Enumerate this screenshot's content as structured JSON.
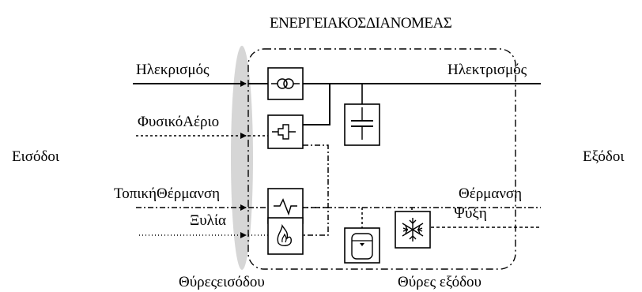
{
  "title": "ΕΝΕΡΓΕΙΑΚΟΣΔΙΑΝΟΜΕΑΣ",
  "side_labels": {
    "inputs": "Εισόδοι",
    "outputs": "Εξόδοι"
  },
  "inputs": [
    "Ηλεκρισμός",
    "ΦυσικόΑέριο",
    "ΤοπικήΘέρμανση",
    "Ξυλία"
  ],
  "outputs": [
    "Ηλεκτρισμός",
    "Θέρμανση",
    "Ψύξη"
  ],
  "ports": {
    "input": "Θύρεςεισόδου",
    "output": "Θύρες εξόδου"
  },
  "colors": {
    "line": "#000000",
    "port_band": "#d3d3d3",
    "background": "#ffffff"
  },
  "components": [
    {
      "name": "transformer",
      "icon": "transformer-icon"
    },
    {
      "name": "gas-converter",
      "icon": "gas-turbine-icon"
    },
    {
      "name": "heat-exchanger",
      "icon": "heat-exchanger-icon"
    },
    {
      "name": "wood-furnace",
      "icon": "flame-icon"
    },
    {
      "name": "electric-storage",
      "icon": "capacitor-icon"
    },
    {
      "name": "heat-storage",
      "icon": "storage-tank-icon"
    },
    {
      "name": "chiller",
      "icon": "snowflake-icon"
    }
  ]
}
